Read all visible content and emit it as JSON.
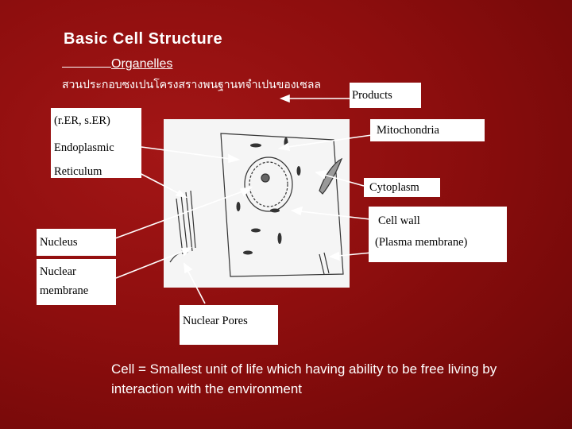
{
  "title": "Basic  Cell  Structure",
  "subtitle": "Organelles",
  "thai_text": "สวนประกอบซงเปนโครงสรางพนฐานทจำเปนของเซลล",
  "labels": {
    "products": "Products",
    "rer_ser": "(r.ER, s.ER)",
    "endoplasmic": "Endoplasmic",
    "reticulum": "Reticulum",
    "mitochondria": "Mitochondria",
    "cytoplasm": "Cytoplasm",
    "cell_wall": "Cell wall",
    "plasma_membrane": "(Plasma membrane)",
    "nucleus": "Nucleus",
    "nuclear": "Nuclear",
    "membrane": "membrane",
    "nuclear_pores": "Nuclear Pores"
  },
  "footer": "Cell  =  Smallest unit of life which having ability to be free living by interaction with the environment",
  "colors": {
    "background": "#8e0e0e",
    "label_box": "#ffffff",
    "arrow": "#ffffff"
  }
}
